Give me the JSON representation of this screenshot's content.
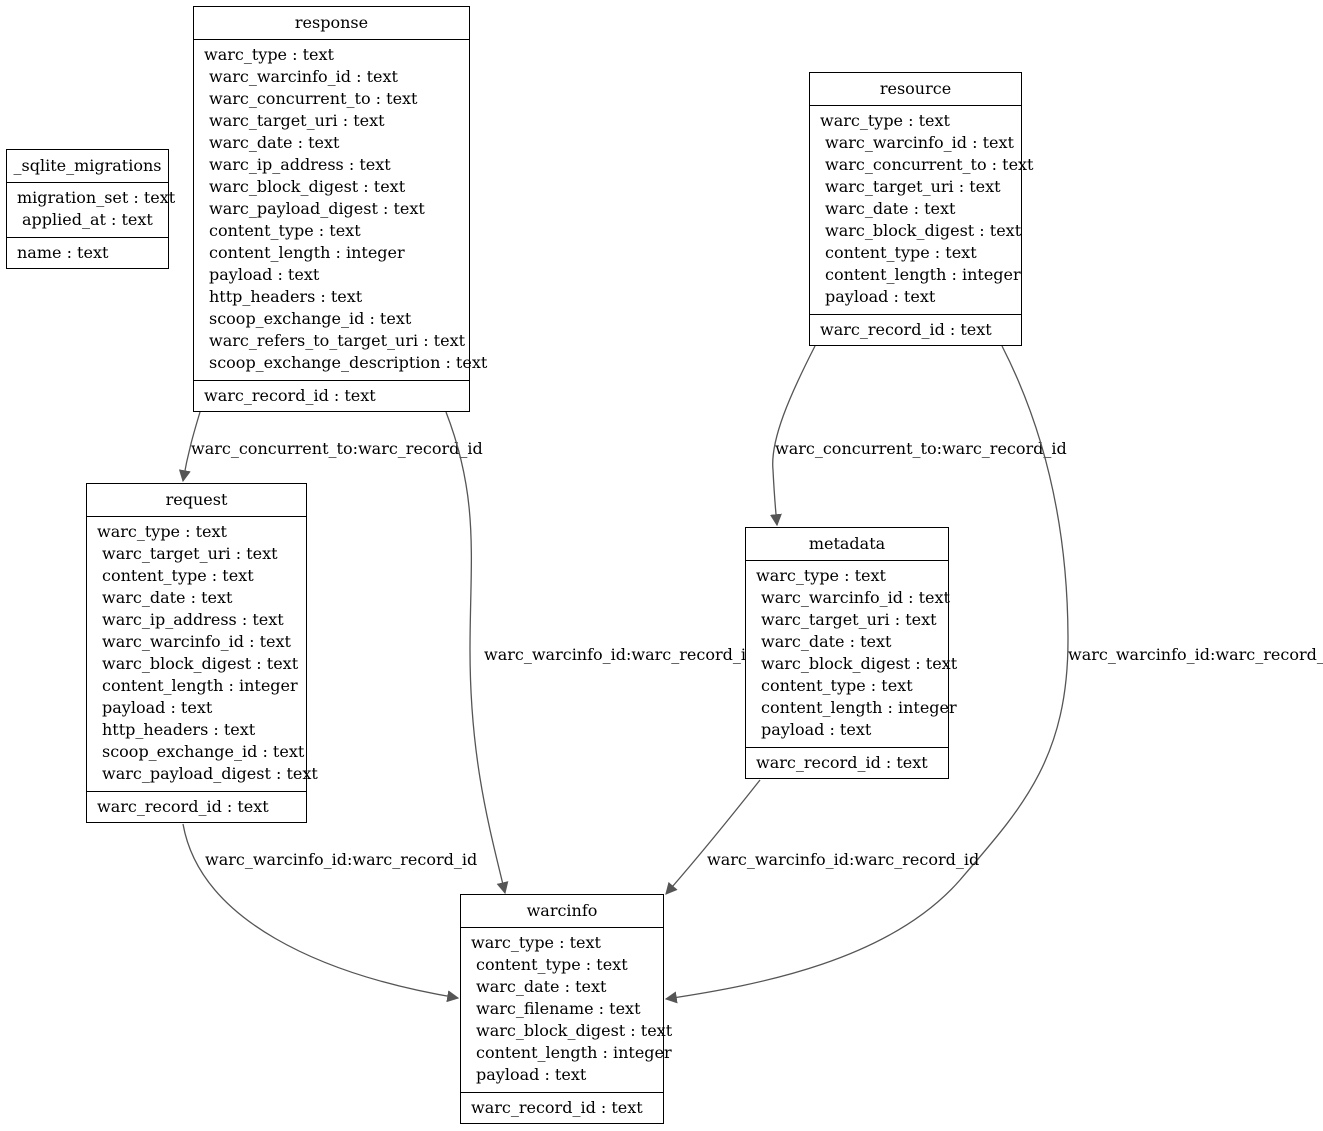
{
  "tables": [
    {
      "key": "sqlite_migrations",
      "title": "_sqlite_migrations",
      "fields": [
        "migration_set : text",
        "applied_at : text"
      ],
      "pk": [
        "name : text"
      ]
    },
    {
      "key": "response",
      "title": "response",
      "fields": [
        "warc_type : text",
        "warc_warcinfo_id : text",
        "warc_concurrent_to : text",
        "warc_target_uri : text",
        "warc_date : text",
        "warc_ip_address : text",
        "warc_block_digest : text",
        "warc_payload_digest : text",
        "content_type : text",
        "content_length : integer",
        "payload : text",
        "http_headers : text",
        "scoop_exchange_id : text",
        "warc_refers_to_target_uri : text",
        "scoop_exchange_description : text"
      ],
      "pk": [
        "warc_record_id : text"
      ]
    },
    {
      "key": "resource",
      "title": "resource",
      "fields": [
        "warc_type : text",
        "warc_warcinfo_id : text",
        "warc_concurrent_to : text",
        "warc_target_uri : text",
        "warc_date : text",
        "warc_block_digest : text",
        "content_type : text",
        "content_length : integer",
        "payload : text"
      ],
      "pk": [
        "warc_record_id : text"
      ]
    },
    {
      "key": "request",
      "title": "request",
      "fields": [
        "warc_type : text",
        "warc_target_uri : text",
        "content_type : text",
        "warc_date : text",
        "warc_ip_address : text",
        "warc_warcinfo_id : text",
        "warc_block_digest : text",
        "content_length : integer",
        "payload : text",
        "http_headers : text",
        "scoop_exchange_id : text",
        "warc_payload_digest : text"
      ],
      "pk": [
        "warc_record_id : text"
      ]
    },
    {
      "key": "metadata",
      "title": "metadata",
      "fields": [
        "warc_type : text",
        "warc_warcinfo_id : text",
        "warc_target_uri : text",
        "warc_date : text",
        "warc_block_digest : text",
        "content_type : text",
        "content_length : integer",
        "payload : text"
      ],
      "pk": [
        "warc_record_id : text"
      ]
    },
    {
      "key": "warcinfo",
      "title": "warcinfo",
      "fields": [
        "warc_type : text",
        "content_type : text",
        "warc_date : text",
        "warc_filename : text",
        "warc_block_digest : text",
        "content_length : integer",
        "payload : text"
      ],
      "pk": [
        "warc_record_id : text"
      ]
    }
  ],
  "edges": [
    {
      "key": "response-request",
      "from": "response",
      "to": "request",
      "label": "warc_concurrent_to:warc_record_id"
    },
    {
      "key": "response-warcinfo",
      "from": "response",
      "to": "warcinfo",
      "label": "warc_warcinfo_id:warc_record_id"
    },
    {
      "key": "resource-metadata",
      "from": "resource",
      "to": "metadata",
      "label": "warc_concurrent_to:warc_record_id"
    },
    {
      "key": "resource-warcinfo",
      "from": "resource",
      "to": "warcinfo",
      "label": "warc_warcinfo_id:warc_record_id"
    },
    {
      "key": "request-warcinfo",
      "from": "request",
      "to": "warcinfo",
      "label": "warc_warcinfo_id:warc_record_id"
    },
    {
      "key": "metadata-warcinfo",
      "from": "metadata",
      "to": "warcinfo",
      "label": "warc_warcinfo_id:warc_record_id"
    }
  ],
  "colors": {
    "edge": "#555555",
    "border": "#000000",
    "text": "#000000"
  }
}
